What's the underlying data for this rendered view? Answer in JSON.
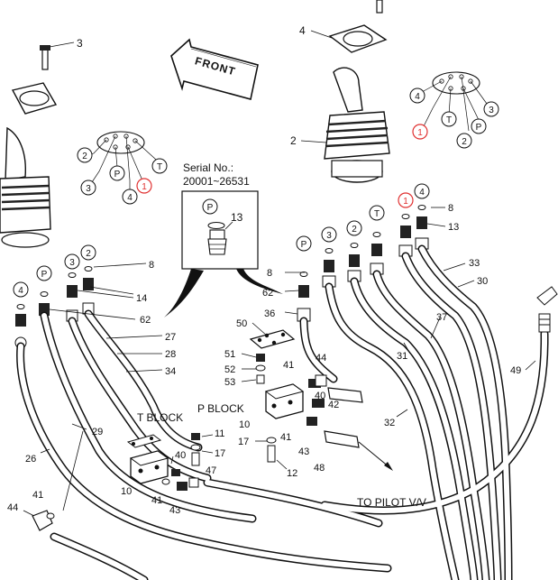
{
  "diagram": {
    "front_arrow": "FRONT",
    "serial_no_label": "Serial No.:",
    "serial_range": "20001~26531",
    "inset_ring": "P",
    "inset_part": "13",
    "t_block": "T BLOCK",
    "p_block": "P BLOCK",
    "to_pilot": "TO PILOT V/V",
    "ports_left": [
      "2",
      "P",
      "3",
      "4",
      "1",
      "T"
    ],
    "ports_right": [
      "4",
      "1",
      "T",
      "2",
      "P",
      "3"
    ],
    "hose_ports": [
      "4",
      "P",
      "3",
      "2",
      "P",
      "3",
      "2",
      "T",
      "1",
      "4"
    ],
    "part_numbers": {
      "p2": "2",
      "p3": "3",
      "p4": "4",
      "p4b": "4",
      "p8a": "8",
      "p8b": "8",
      "p8c": "8",
      "p10a": "10",
      "p10b": "10",
      "p11": "11",
      "p12": "12",
      "p13": "13",
      "p14": "14",
      "p17a": "17",
      "p17b": "17",
      "p26": "26",
      "p27": "27",
      "p28": "28",
      "p29": "29",
      "p30": "30",
      "p31": "31",
      "p32": "32",
      "p33": "33",
      "p34": "34",
      "p36": "36",
      "p37": "37",
      "p40a": "40",
      "p40b": "40",
      "p41a": "41",
      "p41b": "41",
      "p41c": "41",
      "p41d": "41",
      "p42": "42",
      "p43a": "43",
      "p43b": "43",
      "p44a": "44",
      "p44b": "44",
      "p47": "47",
      "p48": "48",
      "p49": "49",
      "p50": "50",
      "p51": "51",
      "p52": "52",
      "p53": "53",
      "p62a": "62",
      "p62b": "62"
    }
  }
}
